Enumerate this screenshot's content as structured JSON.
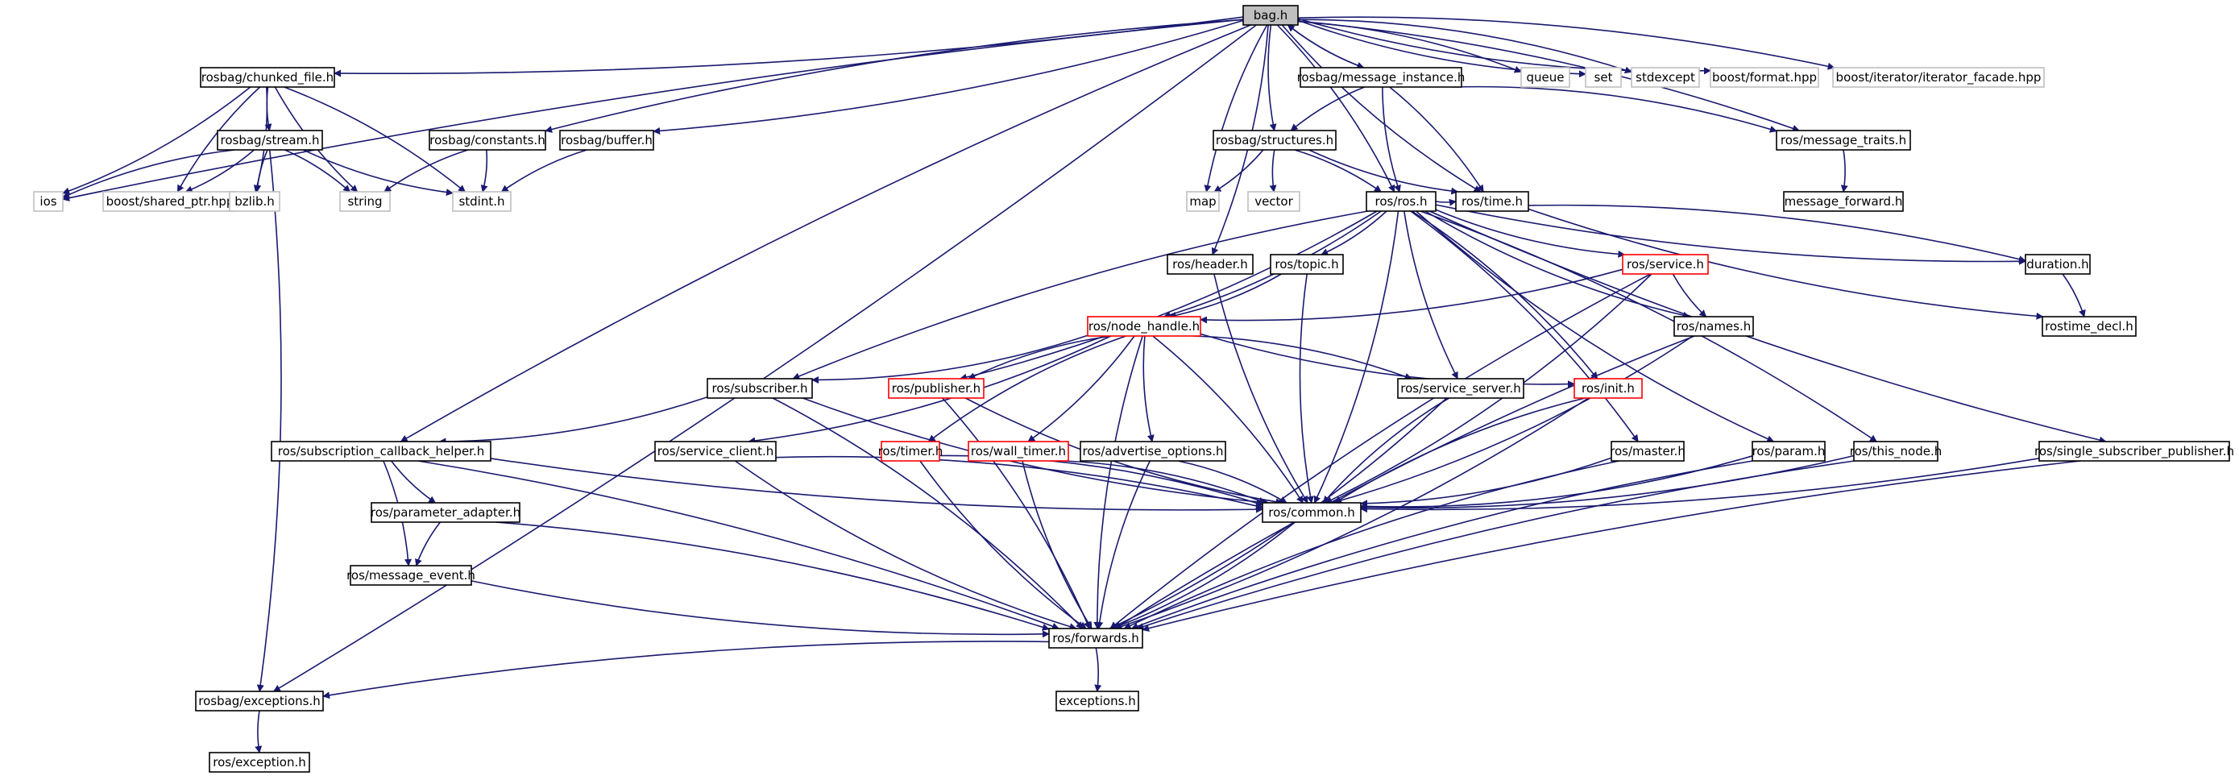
{
  "colors": {
    "edge": "#191970",
    "border_normal": "#000000",
    "border_external": "#bfbfbf",
    "border_truncated": "#ff0000",
    "fill_root": "#bfbfbf",
    "fill_normal": "#ffffff",
    "text": "#000000"
  },
  "nodes": [
    {
      "id": "bag",
      "label": "bag.h",
      "style": "root"
    },
    {
      "id": "chunked_file",
      "label": "rosbag/chunked_file.h",
      "style": "normal"
    },
    {
      "id": "constants",
      "label": "rosbag/constants.h",
      "style": "normal"
    },
    {
      "id": "buffer",
      "label": "rosbag/buffer.h",
      "style": "normal"
    },
    {
      "id": "message_instance",
      "label": "rosbag/message_instance.h",
      "style": "normal"
    },
    {
      "id": "queue",
      "label": "queue",
      "style": "external"
    },
    {
      "id": "set",
      "label": "set",
      "style": "external"
    },
    {
      "id": "stdexcept",
      "label": "stdexcept",
      "style": "external"
    },
    {
      "id": "boost_format",
      "label": "boost/format.hpp",
      "style": "external"
    },
    {
      "id": "boost_iter",
      "label": "boost/iterator/iterator_facade.hpp",
      "style": "external"
    },
    {
      "id": "stream",
      "label": "rosbag/stream.h",
      "style": "normal"
    },
    {
      "id": "structures",
      "label": "rosbag/structures.h",
      "style": "normal"
    },
    {
      "id": "message_traits",
      "label": "ros/message_traits.h",
      "style": "normal"
    },
    {
      "id": "ios",
      "label": "ios",
      "style": "external"
    },
    {
      "id": "shared_ptr",
      "label": "boost/shared_ptr.hpp",
      "style": "external"
    },
    {
      "id": "bzlib",
      "label": "bzlib.h",
      "style": "external"
    },
    {
      "id": "string",
      "label": "string",
      "style": "external"
    },
    {
      "id": "stdint",
      "label": "stdint.h",
      "style": "external"
    },
    {
      "id": "map",
      "label": "map",
      "style": "external"
    },
    {
      "id": "vector",
      "label": "vector",
      "style": "external"
    },
    {
      "id": "ros",
      "label": "ros/ros.h",
      "style": "normal"
    },
    {
      "id": "time",
      "label": "ros/time.h",
      "style": "normal"
    },
    {
      "id": "message_forward",
      "label": "message_forward.h",
      "style": "normal"
    },
    {
      "id": "header",
      "label": "ros/header.h",
      "style": "normal"
    },
    {
      "id": "topic",
      "label": "ros/topic.h",
      "style": "normal"
    },
    {
      "id": "service",
      "label": "ros/service.h",
      "style": "truncated"
    },
    {
      "id": "duration",
      "label": "duration.h",
      "style": "normal"
    },
    {
      "id": "rostime_decl",
      "label": "rostime_decl.h",
      "style": "normal"
    },
    {
      "id": "node_handle",
      "label": "ros/node_handle.h",
      "style": "truncated"
    },
    {
      "id": "names",
      "label": "ros/names.h",
      "style": "normal"
    },
    {
      "id": "subscriber",
      "label": "ros/subscriber.h",
      "style": "normal"
    },
    {
      "id": "publisher",
      "label": "ros/publisher.h",
      "style": "truncated"
    },
    {
      "id": "service_server",
      "label": "ros/service_server.h",
      "style": "normal"
    },
    {
      "id": "init",
      "label": "ros/init.h",
      "style": "truncated"
    },
    {
      "id": "sub_cb_helper",
      "label": "ros/subscription_callback_helper.h",
      "style": "normal"
    },
    {
      "id": "service_client",
      "label": "ros/service_client.h",
      "style": "normal"
    },
    {
      "id": "timer",
      "label": "ros/timer.h",
      "style": "truncated"
    },
    {
      "id": "wall_timer",
      "label": "ros/wall_timer.h",
      "style": "truncated"
    },
    {
      "id": "advertise_options",
      "label": "ros/advertise_options.h",
      "style": "normal"
    },
    {
      "id": "master",
      "label": "ros/master.h",
      "style": "normal"
    },
    {
      "id": "param",
      "label": "ros/param.h",
      "style": "normal"
    },
    {
      "id": "this_node",
      "label": "ros/this_node.h",
      "style": "normal"
    },
    {
      "id": "single_sub_pub",
      "label": "ros/single_subscriber_publisher.h",
      "style": "normal"
    },
    {
      "id": "parameter_adapter",
      "label": "ros/parameter_adapter.h",
      "style": "normal"
    },
    {
      "id": "common",
      "label": "ros/common.h",
      "style": "normal"
    },
    {
      "id": "message_event",
      "label": "ros/message_event.h",
      "style": "normal"
    },
    {
      "id": "forwards",
      "label": "ros/forwards.h",
      "style": "normal"
    },
    {
      "id": "exceptions",
      "label": "rosbag/exceptions.h",
      "style": "normal"
    },
    {
      "id": "exceptions_h",
      "label": "exceptions.h",
      "style": "normal"
    },
    {
      "id": "exception",
      "label": "ros/exception.h",
      "style": "normal"
    }
  ],
  "edges": [
    [
      "bag",
      "chunked_file"
    ],
    [
      "bag",
      "constants"
    ],
    [
      "bag",
      "buffer"
    ],
    [
      "bag",
      "message_instance"
    ],
    [
      "bag",
      "queue"
    ],
    [
      "bag",
      "set"
    ],
    [
      "bag",
      "stdexcept"
    ],
    [
      "bag",
      "boost_format"
    ],
    [
      "bag",
      "boost_iter"
    ],
    [
      "bag",
      "structures"
    ],
    [
      "bag",
      "message_traits"
    ],
    [
      "bag",
      "ios"
    ],
    [
      "bag",
      "exceptions"
    ],
    [
      "bag",
      "map"
    ],
    [
      "bag",
      "ros"
    ],
    [
      "bag",
      "time"
    ],
    [
      "bag",
      "header"
    ],
    [
      "bag",
      "sub_cb_helper"
    ],
    [
      "message_instance",
      "bag"
    ],
    [
      "message_instance",
      "structures"
    ],
    [
      "message_instance",
      "message_traits"
    ],
    [
      "message_instance",
      "ros"
    ],
    [
      "message_instance",
      "time"
    ],
    [
      "chunked_file",
      "stream"
    ],
    [
      "chunked_file",
      "ios"
    ],
    [
      "chunked_file",
      "shared_ptr"
    ],
    [
      "chunked_file",
      "bzlib"
    ],
    [
      "chunked_file",
      "string"
    ],
    [
      "chunked_file",
      "stdint"
    ],
    [
      "stream",
      "ios"
    ],
    [
      "stream",
      "shared_ptr"
    ],
    [
      "stream",
      "bzlib"
    ],
    [
      "stream",
      "string"
    ],
    [
      "stream",
      "stdint"
    ],
    [
      "stream",
      "exceptions"
    ],
    [
      "constants",
      "string"
    ],
    [
      "constants",
      "stdint"
    ],
    [
      "buffer",
      "stdint"
    ],
    [
      "structures",
      "map"
    ],
    [
      "structures",
      "vector"
    ],
    [
      "structures",
      "ros"
    ],
    [
      "structures",
      "time"
    ],
    [
      "message_traits",
      "message_forward"
    ],
    [
      "ros",
      "time"
    ],
    [
      "ros",
      "topic"
    ],
    [
      "ros",
      "service"
    ],
    [
      "ros",
      "node_handle"
    ],
    [
      "ros",
      "subscriber"
    ],
    [
      "ros",
      "publisher"
    ],
    [
      "ros",
      "service_server"
    ],
    [
      "ros",
      "init"
    ],
    [
      "ros",
      "names"
    ],
    [
      "ros",
      "master"
    ],
    [
      "ros",
      "param"
    ],
    [
      "ros",
      "this_node"
    ],
    [
      "ros",
      "single_sub_pub"
    ],
    [
      "ros",
      "common"
    ],
    [
      "ros",
      "duration"
    ],
    [
      "time",
      "duration"
    ],
    [
      "time",
      "rostime_decl"
    ],
    [
      "duration",
      "rostime_decl"
    ],
    [
      "header",
      "common"
    ],
    [
      "topic",
      "node_handle"
    ],
    [
      "topic",
      "common"
    ],
    [
      "service",
      "node_handle"
    ],
    [
      "service",
      "names"
    ],
    [
      "service",
      "common"
    ],
    [
      "service",
      "forwards"
    ],
    [
      "names",
      "common"
    ],
    [
      "names",
      "forwards"
    ],
    [
      "node_handle",
      "subscriber"
    ],
    [
      "node_handle",
      "publisher"
    ],
    [
      "node_handle",
      "service_server"
    ],
    [
      "node_handle",
      "init"
    ],
    [
      "node_handle",
      "service_client"
    ],
    [
      "node_handle",
      "timer"
    ],
    [
      "node_handle",
      "wall_timer"
    ],
    [
      "node_handle",
      "advertise_options"
    ],
    [
      "node_handle",
      "common"
    ],
    [
      "node_handle",
      "forwards"
    ],
    [
      "subscriber",
      "sub_cb_helper"
    ],
    [
      "subscriber",
      "common"
    ],
    [
      "subscriber",
      "forwards"
    ],
    [
      "publisher",
      "common"
    ],
    [
      "publisher",
      "forwards"
    ],
    [
      "service_server",
      "common"
    ],
    [
      "service_server",
      "forwards"
    ],
    [
      "init",
      "common"
    ],
    [
      "init",
      "forwards"
    ],
    [
      "sub_cb_helper",
      "parameter_adapter"
    ],
    [
      "sub_cb_helper",
      "message_event"
    ],
    [
      "sub_cb_helper",
      "common"
    ],
    [
      "sub_cb_helper",
      "forwards"
    ],
    [
      "parameter_adapter",
      "message_event"
    ],
    [
      "parameter_adapter",
      "forwards"
    ],
    [
      "message_event",
      "forwards"
    ],
    [
      "service_client",
      "common"
    ],
    [
      "service_client",
      "forwards"
    ],
    [
      "timer",
      "common"
    ],
    [
      "timer",
      "forwards"
    ],
    [
      "wall_timer",
      "common"
    ],
    [
      "wall_timer",
      "forwards"
    ],
    [
      "advertise_options",
      "common"
    ],
    [
      "advertise_options",
      "forwards"
    ],
    [
      "master",
      "common"
    ],
    [
      "master",
      "forwards"
    ],
    [
      "param",
      "common"
    ],
    [
      "param",
      "forwards"
    ],
    [
      "this_node",
      "common"
    ],
    [
      "this_node",
      "forwards"
    ],
    [
      "single_sub_pub",
      "common"
    ],
    [
      "single_sub_pub",
      "forwards"
    ],
    [
      "common",
      "forwards"
    ],
    [
      "forwards",
      "exceptions"
    ],
    [
      "forwards",
      "exceptions_h"
    ],
    [
      "exceptions",
      "exception"
    ]
  ]
}
